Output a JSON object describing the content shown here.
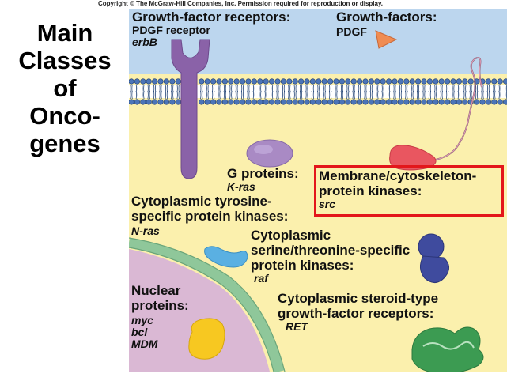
{
  "copyright": "Copyright © The McGraw-Hill Companies, Inc. Permission required for reproduction or display.",
  "side_title": [
    "Main",
    "Classes",
    "of",
    "Onco-",
    "genes"
  ],
  "labels": {
    "growth_factor_receptors": {
      "heading": "Growth-factor receptors:",
      "sub": "PDGF receptor",
      "gene": "erbB"
    },
    "growth_factors": {
      "heading": "Growth-factors:",
      "sub": "PDGF"
    },
    "g_proteins": {
      "heading": "G proteins:",
      "gene": "K-ras"
    },
    "membrane_kinases": {
      "heading_1": "Membrane/cytoskeleton-",
      "heading_2": "protein kinases:",
      "gene": "src"
    },
    "tyrosine_kinases": {
      "heading_1": "Cytoplasmic tyrosine-",
      "heading_2": "specific protein kinases:",
      "gene": "N-ras"
    },
    "serine_kinases": {
      "heading_1": "Cytoplasmic",
      "heading_2": "serine/threonine-specific",
      "heading_3": "protein kinases:",
      "gene": "raf"
    },
    "nuclear_proteins": {
      "heading_1": "Nuclear",
      "heading_2": "proteins:",
      "genes": [
        "myc",
        "bcl",
        "MDM"
      ]
    },
    "steroid_receptors": {
      "heading_1": "Cytoplasmic steroid-type",
      "heading_2": "growth-factor receptors:",
      "gene": "RET"
    }
  },
  "colors": {
    "extracellular": "#bcd6ee",
    "cytoplasm": "#fbf0ad",
    "nucleus": "#dab8d4",
    "nuclear_envelope": "#8fc79a",
    "receptor": "#8a62a8",
    "membrane_kinase": "#e95660",
    "tyrosine_kinase": "#5ab0e2",
    "serine_kinase": "#3f4b9e",
    "nuclear_protein": "#f7c821",
    "steroid_receptor": "#3c9b52",
    "highlight": "#e3161b"
  }
}
